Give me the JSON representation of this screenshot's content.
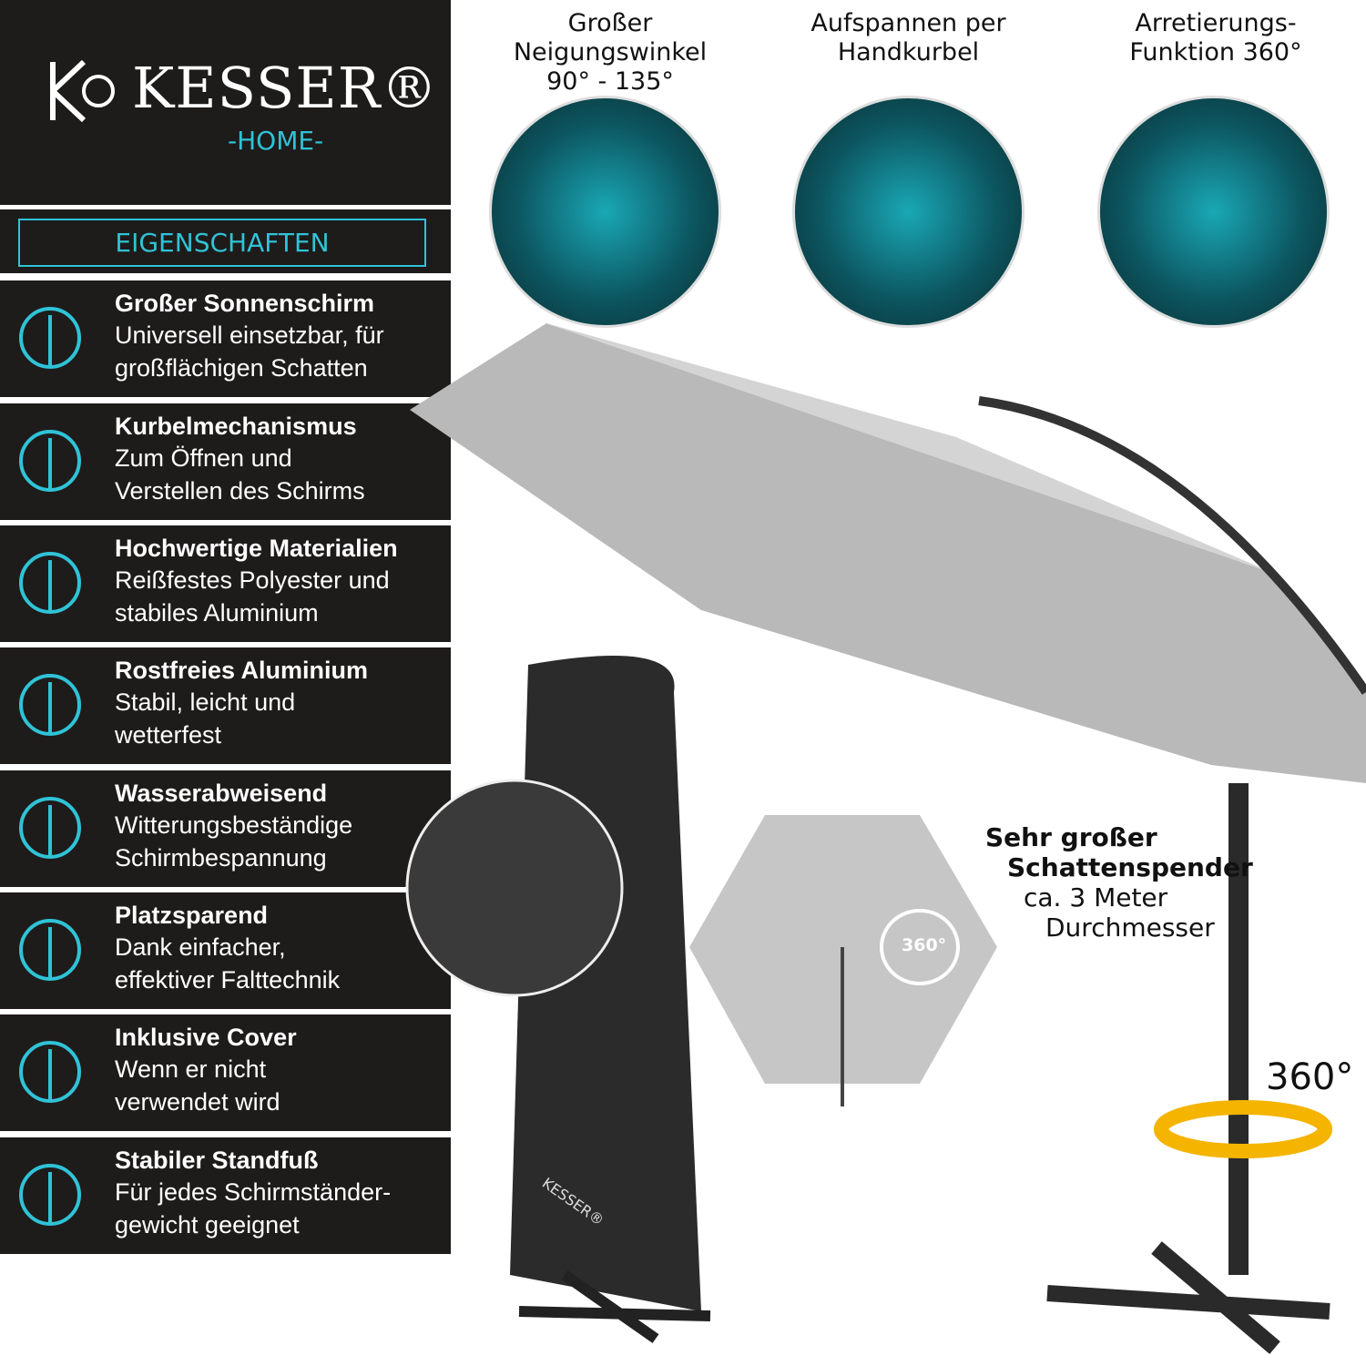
{
  "brand": {
    "name": "KESSER®",
    "sub": "-HOME-"
  },
  "section_title": "EIGENSCHAFTEN",
  "features": [
    {
      "title": "Großer Sonnenschirm",
      "desc": "Universell einsetzbar, für\ngroßflächigen Schatten",
      "icon": "umbrella-icon"
    },
    {
      "title": "Kurbelmechanismus",
      "desc": "Zum Öffnen und\nVerstellen des Schirms",
      "icon": "crank-icon"
    },
    {
      "title": "Hochwertige Materialien",
      "desc": "Reißfestes Polyester und\nstabiles Aluminium",
      "icon": "shield-hands-icon"
    },
    {
      "title": "Rostfreies Aluminium",
      "desc": "Stabil, leicht und\nwetterfest",
      "icon": "beam-icon"
    },
    {
      "title": "Wasserabweisend",
      "desc": "Witterungsbeständige\nSchirmbespannung",
      "icon": "water-drops-icon"
    },
    {
      "title": "Platzsparend",
      "desc": "Dank einfacher,\neffektiver Falttechnik",
      "icon": "compress-icon"
    },
    {
      "title": "Inklusive Cover",
      "desc": "Wenn er nicht\nverwendet wird",
      "icon": "cover-icon"
    },
    {
      "title": "Stabiler Standfuß",
      "desc": "Für jedes Schirmständer-\ngewicht geeignet",
      "icon": "stand-icon"
    }
  ],
  "top_features": [
    {
      "caption": "Großer\nNeigungswinkel\n90° - 135°"
    },
    {
      "caption": "Aufspannen per\nHandkurbel"
    },
    {
      "caption": "Arretierungs-\nFunktion 360°"
    }
  ],
  "shade": {
    "line1": "Sehr großer",
    "line2": "Schattenspender",
    "line3": "ca. 3 Meter",
    "line4": "Durchmesser"
  },
  "rotation_badge": "360°",
  "rotation_label": "360°",
  "cover_logo": "KESSER®",
  "colors": {
    "accent": "#2fc3d6",
    "panel": "#1e1b1b",
    "canopy": "#b9b9b9"
  }
}
